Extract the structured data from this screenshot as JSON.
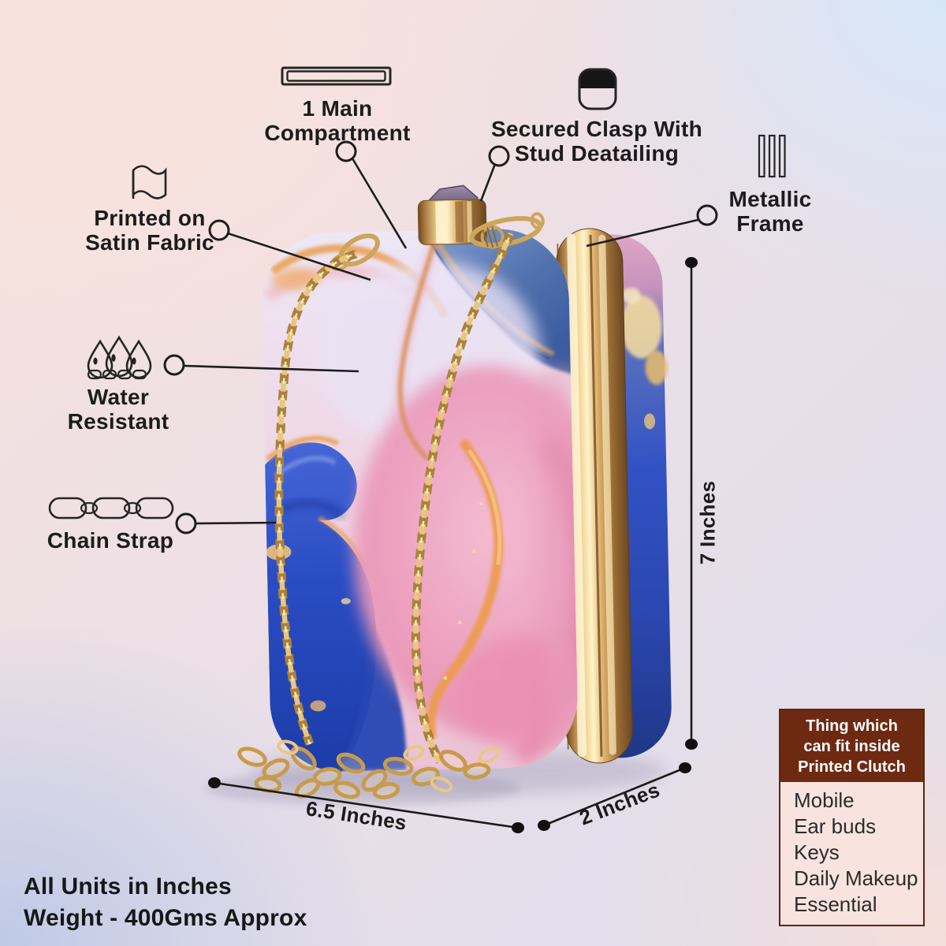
{
  "features": {
    "compartment": {
      "line1": "1 Main",
      "line2": "Compartment"
    },
    "clasp": {
      "line1": "Secured Clasp With",
      "line2": "Stud Deatailing"
    },
    "metallic": {
      "line1": "Metallic",
      "line2": "Frame"
    },
    "satin": {
      "line1": "Printed on",
      "line2": "Satin Fabric"
    },
    "water": {
      "line1": "Water",
      "line2": "Resistant"
    },
    "chain": {
      "line1": "Chain Strap"
    }
  },
  "dimensions": {
    "height": "7 Inches",
    "length": "6.5 Inches",
    "depth": "2 Inches"
  },
  "notes": {
    "units": "All Units in Inches",
    "weight": "Weight - 400Gms Approx"
  },
  "fit_box": {
    "title1": "Thing which",
    "title2": "can fit inside",
    "title3": "Printed Clutch",
    "items": [
      "Mobile",
      "Ear buds",
      "Keys",
      "Daily Makeup",
      "Essential"
    ]
  },
  "colors": {
    "header_brown": "#6D2A11",
    "box_body_pink": "#F8E3DF",
    "frame_gold": "#D9AE6B",
    "royal_blue": "#2B4DC4",
    "annotation_black": "#1c1c1c"
  }
}
